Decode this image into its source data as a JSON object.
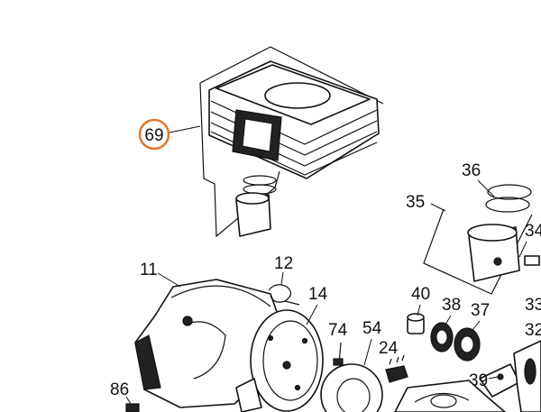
{
  "highlight_color": "#e07a2e",
  "callouts": {
    "c69": "69",
    "c36": "36",
    "c35": "35",
    "c34": "34",
    "c12": "12",
    "c11": "11",
    "c14": "14",
    "c40": "40",
    "c38": "38",
    "c37": "37",
    "c33": "33",
    "c74": "74",
    "c54": "54",
    "c32": "32",
    "c24": "24",
    "c86": "86",
    "c39": "39"
  }
}
